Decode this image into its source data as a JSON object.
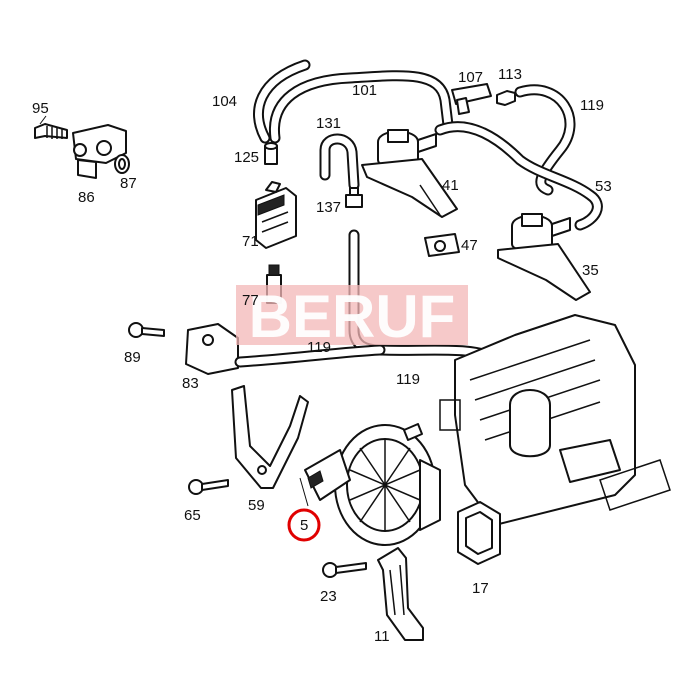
{
  "watermark": {
    "text": "BERUF",
    "color": "#f0a0a0"
  },
  "highlight": {
    "part": "5",
    "ring_color": "#e00000"
  },
  "labels": {
    "l95": "95",
    "l86": "86",
    "l87": "87",
    "l104": "104",
    "l101": "101",
    "l107": "107",
    "l113": "113",
    "l119_top": "119",
    "l131": "131",
    "l125": "125",
    "l41": "41",
    "l53": "53",
    "l137": "137",
    "l71": "71",
    "l47": "47",
    "l35": "35",
    "l77": "77",
    "l89": "89",
    "l83": "83",
    "l119_mid": "119",
    "l119_low": "119",
    "l59": "59",
    "l65": "65",
    "l5": "5",
    "l23": "23",
    "l17": "17",
    "l11": "11"
  }
}
